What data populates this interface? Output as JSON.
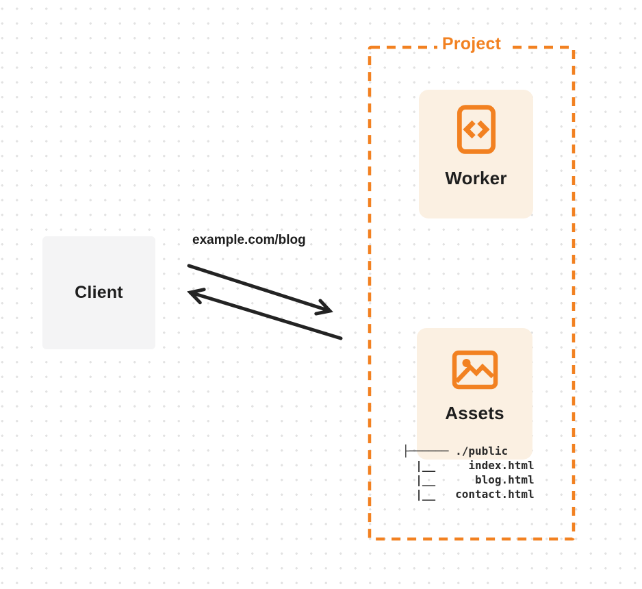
{
  "diagram": {
    "client": {
      "label": "Client"
    },
    "request": {
      "url_label": "example.com/blog"
    },
    "project": {
      "label": "Project",
      "worker": {
        "label": "Worker",
        "icon": "code-file-icon"
      },
      "assets": {
        "label": "Assets",
        "icon": "image-icon",
        "file_tree": "├────── ./public\n  |__     index.html\n  |__      blog.html\n  |__   contact.html"
      }
    },
    "colors": {
      "accent_orange": "#f28121",
      "card_cream": "#fbf0e2",
      "client_gray": "#f4f4f5",
      "text_dark": "#1e1e1e",
      "arrow_black": "#232323",
      "dot_grid": "#e2e2e2"
    }
  }
}
